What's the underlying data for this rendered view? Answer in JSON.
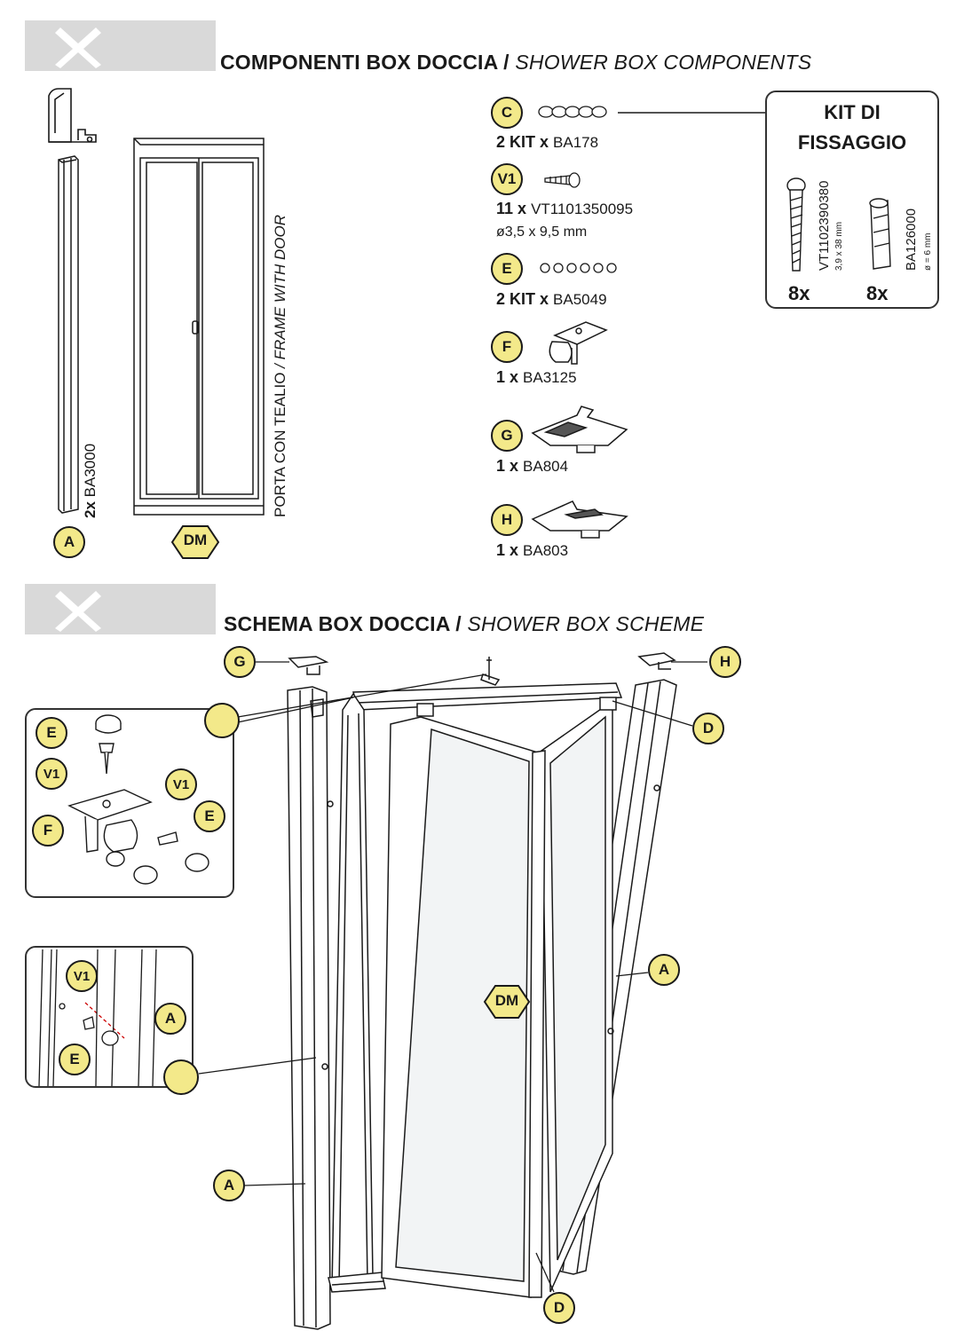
{
  "section1": {
    "title_bold": "COMPONENTI BOX DOCCIA / ",
    "title_italic": "SHOWER BOX COMPONENTS"
  },
  "section2": {
    "title_bold": "SCHEMA BOX DOCCIA / ",
    "title_italic": "SHOWER BOX SCHEME"
  },
  "components": {
    "A": {
      "badge": "A",
      "qty": "2x",
      "code": "BA3000"
    },
    "DM": {
      "badge": "DM",
      "label_it": "PORTA CON TEALIO",
      "label_en": " / FRAME WITH DOOR"
    },
    "C": {
      "badge": "C",
      "qty": "2 KIT x",
      "code": "BA178"
    },
    "V1": {
      "badge": "V1",
      "qty": "11 x",
      "code": "VT1101350095",
      "size": "ø3,5 x 9,5 mm"
    },
    "E": {
      "badge": "E",
      "qty": "2 KIT x",
      "code": "BA5049"
    },
    "F": {
      "badge": "F",
      "qty": "1 x",
      "code": "BA3125"
    },
    "G": {
      "badge": "G",
      "qty": "1 x",
      "code": "BA804"
    },
    "H": {
      "badge": "H",
      "qty": "1 x",
      "code": "BA803"
    }
  },
  "kit": {
    "title_line1": "KIT DI",
    "title_line2": "FISSAGGIO",
    "screw_code": "VT1102390380",
    "screw_size": "3,9 x 38 mm",
    "screw_qty": "8x",
    "plug_code": "BA126000",
    "plug_size": "ø = 6 mm",
    "plug_qty": "8x"
  },
  "scheme_labels": {
    "G": "G",
    "H": "H",
    "D_top": "D",
    "D_bottom": "D",
    "A_right": "A",
    "A_left": "A",
    "A_detail": "A",
    "DM": "DM",
    "E1": "E",
    "V1a": "V1",
    "V1b": "V1",
    "E2": "E",
    "F": "F",
    "V1c": "V1",
    "E3": "E"
  },
  "colors": {
    "badge_fill": "#f3e98a",
    "band": "#d9d9d9",
    "line": "#1a1a1a"
  }
}
